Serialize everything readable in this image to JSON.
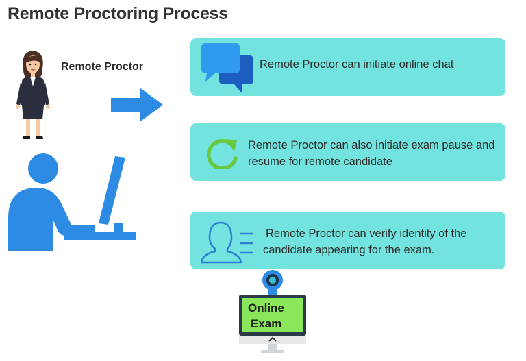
{
  "title": "Remote Proctoring Process",
  "proctor": {
    "label": "Remote Proctor"
  },
  "cards": [
    {
      "lines": [
        "Remote Proctor can initiate online chat"
      ],
      "icon": "chat-bubbles-icon",
      "color": "#72e3df"
    },
    {
      "lines": [
        "Remote Proctor can also initiate exam pause and",
        "resume for remote candidate"
      ],
      "icon": "refresh-icon",
      "color": "#72e3df"
    },
    {
      "lines": [
        "Remote Proctor can verify identity of the",
        "candidate appearing for the exam."
      ],
      "icon": "user-id-icon",
      "color": "#72e3df"
    }
  ],
  "monitor": {
    "lines": [
      "Online",
      "Exam"
    ],
    "screen_color": "#8ae65a"
  },
  "colors": {
    "accent_blue": "#2d8be3",
    "dark_blue": "#1c5fc1",
    "green": "#6ac83e"
  }
}
